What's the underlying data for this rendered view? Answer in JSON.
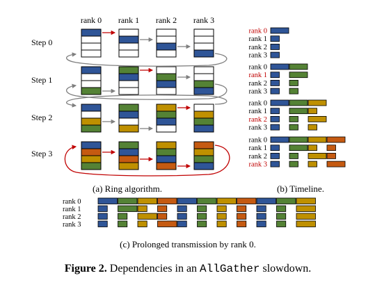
{
  "colors": {
    "blue": "#2f5597",
    "green": "#548235",
    "yellow": "#bf9000",
    "orange": "#c55a11",
    "highlight": "#c00000",
    "gray_arrow": "#7f7f7f",
    "red_arrow": "#c00000"
  },
  "ring": {
    "rank_headers": [
      "rank 0",
      "rank 1",
      "rank 2",
      "rank 3"
    ],
    "step_labels": [
      "Step 0",
      "Step 1",
      "Step 2",
      "Step 3"
    ],
    "caption": "(a) Ring algorithm.",
    "steps": [
      [
        [
          "blue",
          "",
          "",
          ""
        ],
        [
          "",
          "blue",
          "",
          ""
        ],
        [
          "",
          "",
          "blue",
          ""
        ],
        [
          "",
          "",
          "",
          "blue"
        ]
      ],
      [
        [
          "blue",
          "",
          "",
          "green"
        ],
        [
          "green",
          "blue",
          "",
          ""
        ],
        [
          "",
          "green",
          "blue",
          ""
        ],
        [
          "",
          "",
          "green",
          "blue"
        ]
      ],
      [
        [
          "blue",
          "",
          "yellow",
          "green"
        ],
        [
          "green",
          "blue",
          "",
          "yellow"
        ],
        [
          "yellow",
          "green",
          "blue",
          ""
        ],
        [
          "",
          "yellow",
          "green",
          "blue"
        ]
      ],
      [
        [
          "blue",
          "orange",
          "yellow",
          "green"
        ],
        [
          "green",
          "blue",
          "orange",
          "yellow"
        ],
        [
          "yellow",
          "green",
          "blue",
          "orange"
        ],
        [
          "orange",
          "yellow",
          "green",
          "blue"
        ]
      ]
    ]
  },
  "timeline": {
    "caption": "(b) Timeline.",
    "rank_labels": [
      "rank 0",
      "rank 1",
      "rank 2",
      "rank 3"
    ],
    "groups": [
      {
        "highlight": 0,
        "bars": [
          [
            [
              "blue",
              0,
              1
            ]
          ],
          [
            [
              "blue",
              0,
              0.5
            ]
          ],
          [
            [
              "blue",
              0,
              0.5
            ]
          ],
          [
            [
              "blue",
              0,
              0.5
            ]
          ]
        ]
      },
      {
        "highlight": 1,
        "bars": [
          [
            [
              "blue",
              0,
              1
            ],
            [
              "green",
              1,
              2
            ]
          ],
          [
            [
              "blue",
              0,
              0.5
            ],
            [
              "green",
              1,
              2
            ]
          ],
          [
            [
              "blue",
              0,
              0.5
            ],
            [
              "green",
              1,
              1.5
            ]
          ],
          [
            [
              "blue",
              0,
              0.5
            ],
            [
              "green",
              1,
              1.5
            ]
          ]
        ]
      },
      {
        "highlight": 2,
        "bars": [
          [
            [
              "blue",
              0,
              1
            ],
            [
              "green",
              1,
              2
            ],
            [
              "yellow",
              2,
              3
            ]
          ],
          [
            [
              "blue",
              0,
              0.5
            ],
            [
              "green",
              1,
              2
            ],
            [
              "yellow",
              2,
              2.5
            ]
          ],
          [
            [
              "blue",
              0,
              0.5
            ],
            [
              "green",
              1,
              1.5
            ],
            [
              "yellow",
              2,
              3
            ]
          ],
          [
            [
              "blue",
              0,
              0.5
            ],
            [
              "green",
              1,
              1.5
            ],
            [
              "yellow",
              2,
              2.5
            ]
          ]
        ]
      },
      {
        "highlight": 3,
        "bars": [
          [
            [
              "blue",
              0,
              1
            ],
            [
              "green",
              1,
              2
            ],
            [
              "yellow",
              2,
              3
            ],
            [
              "orange",
              3,
              4
            ]
          ],
          [
            [
              "blue",
              0,
              0.5
            ],
            [
              "green",
              1,
              2
            ],
            [
              "yellow",
              2,
              2.5
            ],
            [
              "orange",
              3,
              3.5
            ]
          ],
          [
            [
              "blue",
              0,
              0.5
            ],
            [
              "green",
              1,
              1.5
            ],
            [
              "yellow",
              2,
              3
            ],
            [
              "orange",
              3,
              3.5
            ]
          ],
          [
            [
              "blue",
              0,
              0.5
            ],
            [
              "green",
              1,
              1.5
            ],
            [
              "yellow",
              2,
              2.5
            ],
            [
              "orange",
              3,
              4
            ]
          ]
        ]
      }
    ]
  },
  "prolonged": {
    "caption": "(c) Prolonged transmission by rank 0.",
    "rank_labels": [
      "rank 0",
      "rank 1",
      "rank 2",
      "rank 3"
    ],
    "bars": [
      [
        [
          "blue",
          0,
          1
        ],
        [
          "green",
          1,
          2
        ],
        [
          "yellow",
          2,
          3
        ],
        [
          "orange",
          3,
          4
        ],
        [
          "blue",
          4,
          5
        ],
        [
          "green",
          5,
          6
        ],
        [
          "yellow",
          6,
          7
        ],
        [
          "orange",
          7,
          8
        ],
        [
          "blue",
          8,
          9
        ],
        [
          "green",
          9,
          10
        ],
        [
          "yellow",
          10,
          11
        ]
      ],
      [
        [
          "blue",
          0,
          0.5
        ],
        [
          "green",
          1,
          2
        ],
        [
          "yellow",
          2,
          2.5
        ],
        [
          "orange",
          3,
          3.5
        ],
        [
          "blue",
          4,
          4.5
        ],
        [
          "green",
          5,
          5.5
        ],
        [
          "yellow",
          6,
          6.5
        ],
        [
          "orange",
          7,
          7.5
        ],
        [
          "blue",
          8,
          8.5
        ],
        [
          "green",
          9,
          9.5
        ],
        [
          "yellow",
          10,
          11
        ]
      ],
      [
        [
          "blue",
          0,
          0.5
        ],
        [
          "green",
          1,
          1.5
        ],
        [
          "yellow",
          2,
          3
        ],
        [
          "orange",
          3,
          3.5
        ],
        [
          "blue",
          4,
          4.5
        ],
        [
          "green",
          5,
          5.5
        ],
        [
          "yellow",
          6,
          6.5
        ],
        [
          "orange",
          7,
          7.5
        ],
        [
          "blue",
          8,
          8.5
        ],
        [
          "green",
          9,
          9.5
        ],
        [
          "yellow",
          10,
          11
        ]
      ],
      [
        [
          "blue",
          0,
          0.5
        ],
        [
          "green",
          1,
          1.5
        ],
        [
          "yellow",
          2,
          2.5
        ],
        [
          "orange",
          3,
          4
        ],
        [
          "blue",
          4,
          4.5
        ],
        [
          "green",
          5,
          5.5
        ],
        [
          "yellow",
          6,
          6.5
        ],
        [
          "orange",
          7,
          7.5
        ],
        [
          "blue",
          8,
          8.5
        ],
        [
          "green",
          9,
          9.5
        ],
        [
          "yellow",
          10,
          11
        ]
      ]
    ]
  },
  "figure": {
    "prefix": "Figure 2.",
    "text_before": " Dependencies in an ",
    "code": "AllGather",
    "text_after": " slowdown."
  }
}
